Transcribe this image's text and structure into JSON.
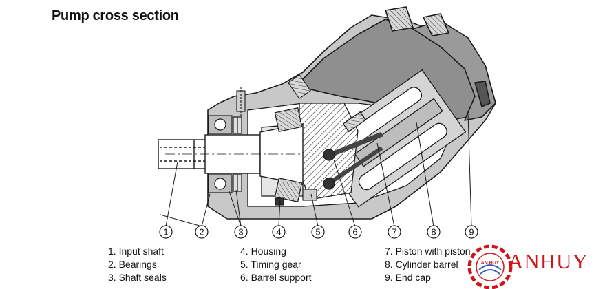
{
  "title": "Pump cross section",
  "callouts": [
    "1",
    "2",
    "3",
    "4",
    "5",
    "6",
    "7",
    "8",
    "9"
  ],
  "legend": {
    "col1": [
      "1. Input shaft",
      "2. Bearings",
      "3. Shaft seals"
    ],
    "col2": [
      "4. Housing",
      "5. Timing gear",
      "6. Barrel support"
    ],
    "col3": [
      "7. Piston with piston",
      "8. Cylinder barrel",
      "9. End cap"
    ]
  },
  "brand": {
    "name": "ANHUY",
    "logo_text": "AN HUY"
  },
  "colors": {
    "housing_dark": "#8f8f8f",
    "housing_light": "#c8c8c8",
    "ink": "#1a1a1a",
    "brand_red": "#d0141b"
  }
}
